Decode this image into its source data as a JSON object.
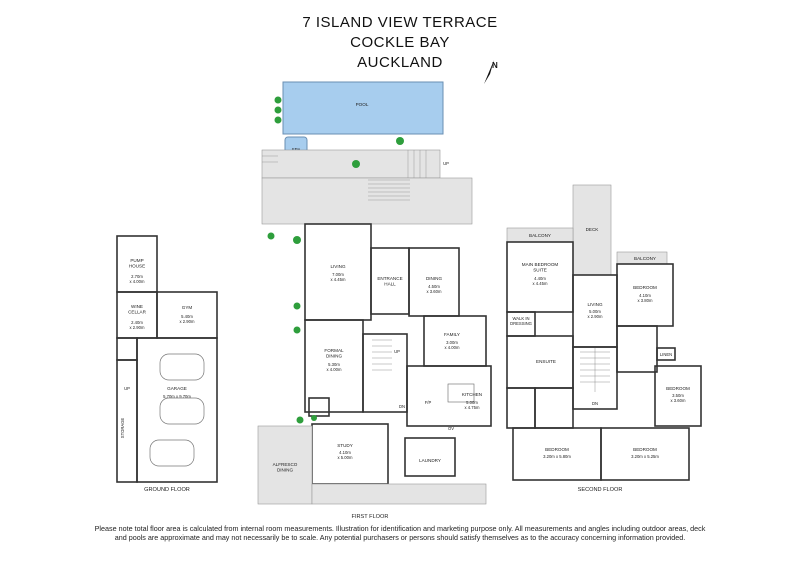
{
  "header": {
    "address_line1": "7 ISLAND VIEW TERRACE",
    "address_line2": "COCKLE BAY",
    "address_line3": "AUCKLAND"
  },
  "compass": {
    "label": "N"
  },
  "colors": {
    "room_fill": "#f3e6c4",
    "wet_fill": "#d2e2f2",
    "pool_fill": "#a7cdee",
    "deck_fill": "#e4e4e4",
    "garage_fill": "#e8e8e8",
    "wall": "#333333",
    "tree": "#2e9e3c"
  },
  "floors": {
    "ground": "GROUND FLOOR",
    "first": "FIRST FLOOR",
    "second": "SECOND FLOOR"
  },
  "rooms": {
    "pool": {
      "name": "POOL"
    },
    "spa": {
      "name": "SPA"
    },
    "up_deck": {
      "name": "UP"
    },
    "pump_house": {
      "name": "PUMP\nHOUSE",
      "dim": "2.70m\nx 4.00m"
    },
    "wine_cellar": {
      "name": "WINE\nCELLAR",
      "dim": "2.40m\nx 2.90m"
    },
    "gym": {
      "name": "GYM",
      "dim": "5.40m\nx 2.90m"
    },
    "garage": {
      "name": "GARAGE",
      "dim": "5.70m x 9.70m"
    },
    "storage": {
      "name": "STORAGE"
    },
    "up_garage": {
      "name": "UP"
    },
    "living1": {
      "name": "LIVING",
      "dim": "7.00m\nx 4.45m"
    },
    "entrance": {
      "name": "ENTRANCE\nHALL"
    },
    "dining": {
      "name": "DINING",
      "dim": "4.50m\nx 3.60m"
    },
    "family": {
      "name": "FAMILY",
      "dim": "3.00m\nx 4.00m"
    },
    "formal_dining": {
      "name": "FORMAL\nDINING",
      "dim": "5.30m\nx 4.00m"
    },
    "kitchen": {
      "name": "KITCHEN",
      "dim": "5.00m\nx 4.75m"
    },
    "up_first": {
      "name": "UP"
    },
    "dn_first": {
      "name": "DN"
    },
    "fp": {
      "name": "F/P"
    },
    "ov": {
      "name": "OV"
    },
    "study": {
      "name": "STUDY",
      "dim": "4.10m\nx 5.00m"
    },
    "laundry": {
      "name": "LAUNDRY"
    },
    "alfresco": {
      "name": "ALFRESCO\nDINING"
    },
    "balcony_left": {
      "name": "BALCONY"
    },
    "deck2": {
      "name": "DECK"
    },
    "balcony_right": {
      "name": "BALCONY"
    },
    "main_bedroom": {
      "name": "MAIN BEDROOM\nSUITE",
      "dim": "4.40m\nx 4.45m"
    },
    "bedroom_nw": {
      "name": "BEDROOM",
      "dim": "4.10m\nx 3.80m"
    },
    "living2": {
      "name": "LIVING",
      "dim": "5.00m\nx 2.90m"
    },
    "walk_in": {
      "name": "WALK IN\nDRESSING"
    },
    "ensuite": {
      "name": "ENSUITE"
    },
    "linen": {
      "name": "LINEN"
    },
    "bedroom_e": {
      "name": "BEDROOM",
      "dim": "3.50m\nx 3.60m"
    },
    "bedroom_sw": {
      "name": "BEDROOM",
      "dim": "3.20m x 5.80m"
    },
    "bedroom_se": {
      "name": "BEDROOM",
      "dim": "3.20m x 5.25m"
    },
    "dn_second": {
      "name": "DN"
    }
  },
  "disclaimer": "Please note total floor area is calculated from internal room measurements. Illustration for identification and marketing purpose only. All measurements and angles including outdoor areas, deck and pools are approximate and may not necessarily be to scale. Any potential purchasers or persons should satisfy themselves as to the accuracy concerning information provided."
}
